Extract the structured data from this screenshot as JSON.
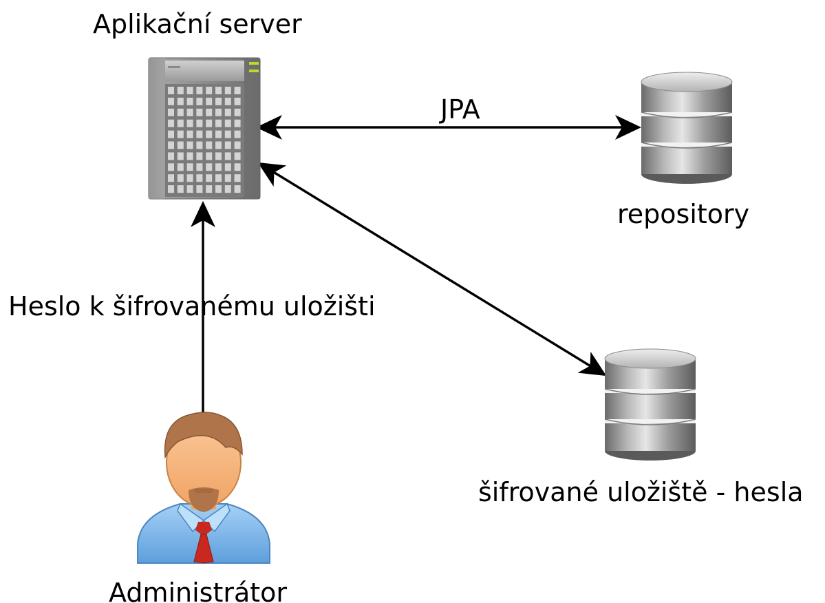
{
  "nodes": {
    "server": {
      "label": "Aplikační server",
      "icon": "server-icon"
    },
    "repository": {
      "label": "repository",
      "icon": "database-icon"
    },
    "encrypted_store": {
      "label": "šifrované uložiště - hesla",
      "icon": "database-icon"
    },
    "admin": {
      "label": "Administrátor",
      "icon": "user-icon"
    }
  },
  "edges": {
    "server_repository": {
      "label": "JPA",
      "direction": "bidirectional"
    },
    "server_encrypted": {
      "label": "",
      "direction": "bidirectional"
    },
    "admin_server": {
      "label": "Heslo k šifrovanému uložišti",
      "direction": "to-server"
    }
  },
  "colors": {
    "line": "#000000",
    "server_body": "#8a8a8a",
    "database_body": "#9a9a9a",
    "skin": "#f6b27a",
    "hair": "#b0744a",
    "shirt": "#7fb8ec",
    "tie": "#c8281e",
    "led": "#b6dd2a"
  }
}
